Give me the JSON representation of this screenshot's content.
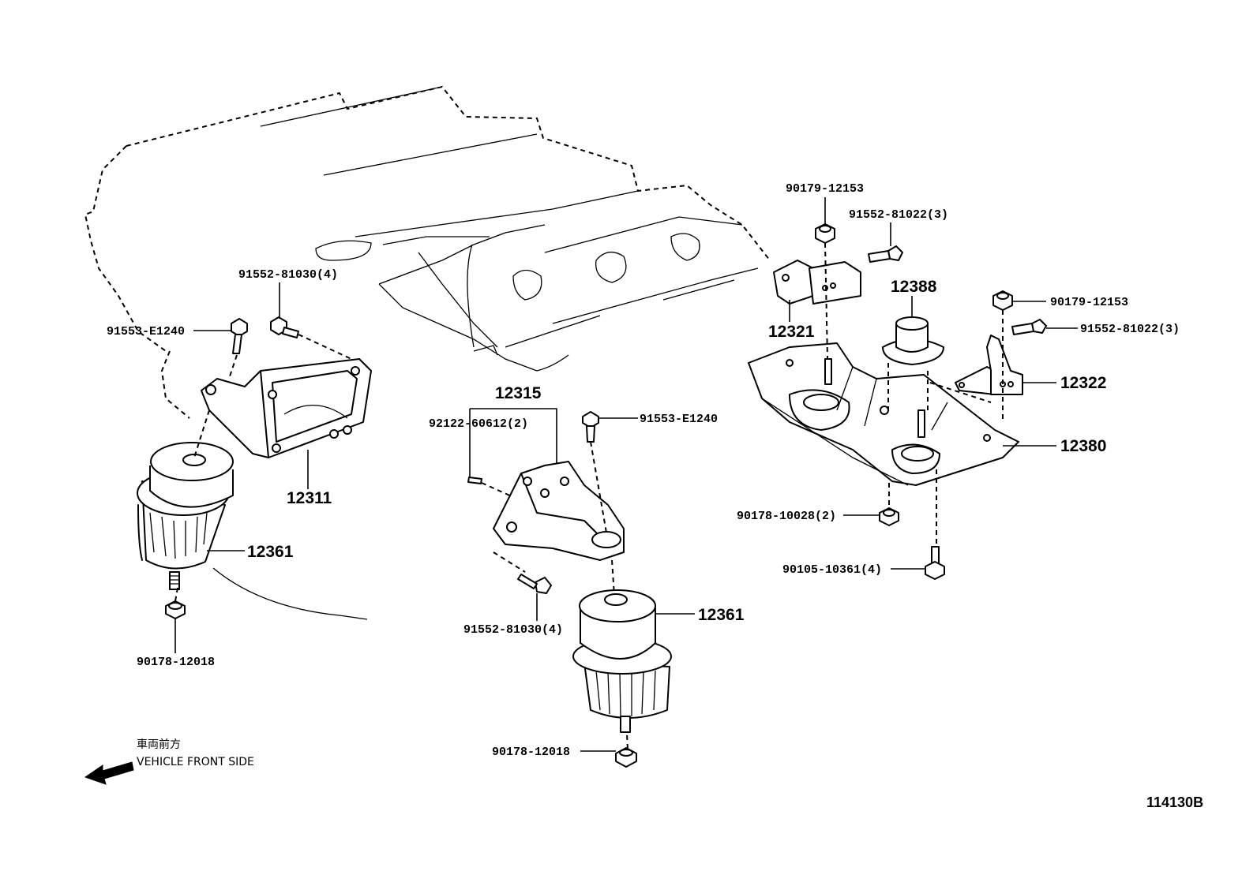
{
  "diagram": {
    "image_code": "114130B",
    "direction_note": {
      "jp": "車両前方",
      "en": "VEHICLE FRONT SIDE"
    },
    "parts": {
      "p12361_left": "12361",
      "p12361_center": "12361",
      "p12311": "12311",
      "p12315": "12315",
      "p12321": "12321",
      "p12322": "12322",
      "p12380": "12380",
      "p12388": "12388",
      "p91552_81030_left": "91552-81030(4)",
      "p91553_E1240_left": "91553-E1240",
      "p90178_12018_left": "90178-12018",
      "p92122_60612": "92122-60612(2)",
      "p91553_E1240_center": "91553-E1240",
      "p91552_81030_center": "91552-81030(4)",
      "p90178_12018_center": "90178-12018",
      "p90179_12153_top": "90179-12153",
      "p91552_81022_top": "91552-81022(3)",
      "p90179_12153_right": "90179-12153",
      "p91552_81022_right": "91552-81022(3)",
      "p90178_10028": "90178-10028(2)",
      "p90105_10361": "90105-10361(4)"
    }
  }
}
